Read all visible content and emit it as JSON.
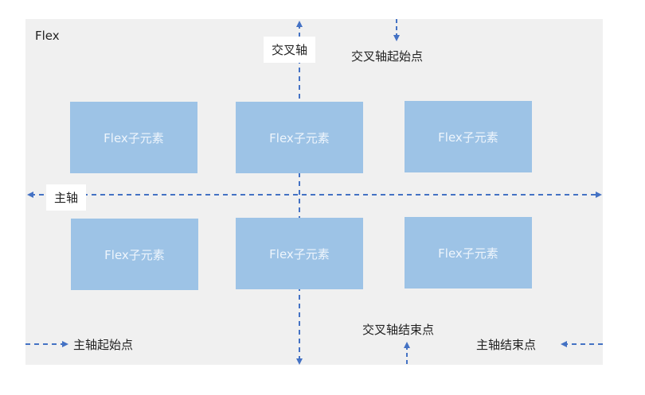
{
  "container": {
    "title": "Flex"
  },
  "items": [
    {
      "label": "Flex子元素"
    },
    {
      "label": "Flex子元素"
    },
    {
      "label": "Flex子元素"
    },
    {
      "label": "Flex子元素"
    },
    {
      "label": "Flex子元素"
    },
    {
      "label": "Flex子元素"
    }
  ],
  "labels": {
    "cross_axis": "交叉轴",
    "cross_axis_start": "交叉轴起始点",
    "cross_axis_end": "交叉轴结束点",
    "main_axis": "主轴",
    "main_axis_start": "主轴起始点",
    "main_axis_end": "主轴结束点"
  },
  "colors": {
    "container_bg": "#f0f0f0",
    "item_bg": "#9dc3e6",
    "axis": "#4472c4"
  }
}
